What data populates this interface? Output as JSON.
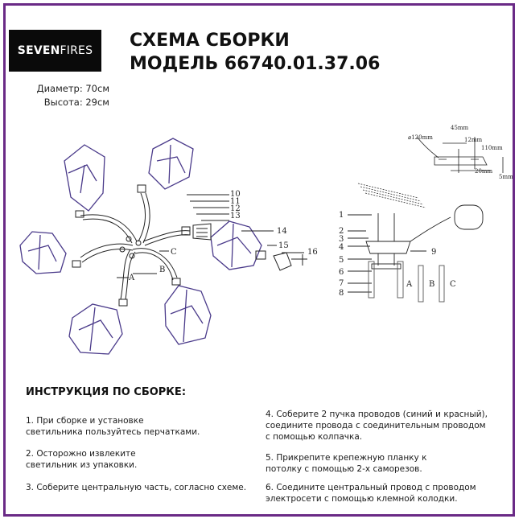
{
  "brand": {
    "part1": "SEVEN",
    "part2": "FIRES"
  },
  "title": {
    "line1": "СХЕМА СБОРКИ",
    "line2": "МОДЕЛЬ 66740.01.37.06"
  },
  "specs": {
    "diameter": "Диаметр: 70см",
    "height": "Высота: 29см"
  },
  "diagram": {
    "arm_labels": [
      "A",
      "B",
      "C"
    ],
    "callouts_top": [
      "10",
      "11",
      "12",
      "13",
      "14",
      "15",
      "16"
    ],
    "callouts_side": [
      "1",
      "2",
      "3",
      "4",
      "5",
      "6",
      "7",
      "8",
      "9"
    ],
    "rod_labels": [
      "A",
      "B",
      "C"
    ],
    "dims": {
      "d": "⌀120mm",
      "w45": "45mm",
      "h12": "12mm",
      "h110": "110mm",
      "w20": "20mm",
      "h5": "5mm"
    }
  },
  "instructions": {
    "heading": "ИНСТРУКЦИЯ ПО СБОРКЕ:",
    "steps": [
      {
        "l1": "1. При сборке и установке",
        "l2": "светильника пользуйтесь перчатками."
      },
      {
        "l1": "2. Осторожно извлеките",
        "l2": "светильник из упаковки."
      },
      {
        "l1": "3. Соберите центральную часть, согласно схеме.",
        "l2": ""
      },
      {
        "l1": "4. Соберите 2 пучка проводов (синий и красный),",
        "l2": "соедините провода с соединительным проводом",
        "l3": "с помощью колпачка."
      },
      {
        "l1": "5. Прикрепите крепежную планку к",
        "l2": "потолку с помощью 2-х саморезов."
      },
      {
        "l1": "6. Соедините центральный провод с проводом",
        "l2": "электросети с помощью клемной колодки."
      }
    ]
  },
  "colors": {
    "frame": "#6a2a86",
    "logo_bg": "#0a0a0a",
    "shade_edge": "#4a3a8a"
  }
}
